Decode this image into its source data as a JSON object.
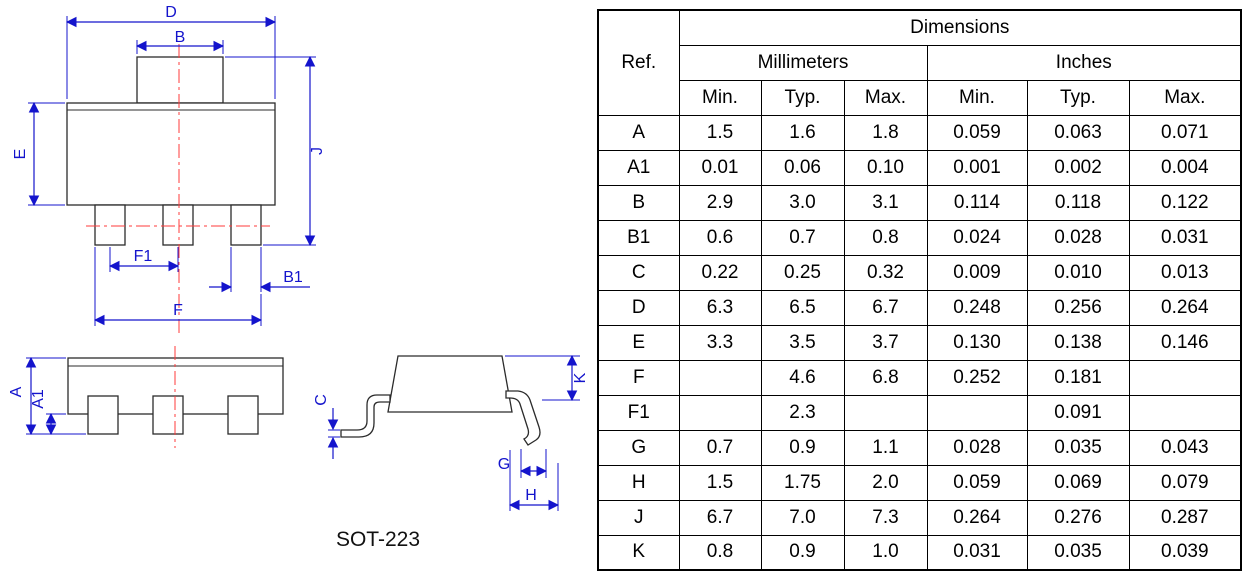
{
  "drawing": {
    "caption": "SOT-223",
    "labels": {
      "D": "D",
      "B": "B",
      "E": "E",
      "J": "J",
      "F1": "F1",
      "B1": "B1",
      "F": "F",
      "A": "A",
      "A1": "A1",
      "C": "C",
      "K": "K",
      "G": "G",
      "H": "H"
    },
    "colors": {
      "dimension": "#1414cc",
      "centerline": "#ff3b3b",
      "outline": "#2b2b2b"
    }
  },
  "table": {
    "header": {
      "ref": "Ref.",
      "dimensions": "Dimensions",
      "millimeters": "Millimeters",
      "inches": "Inches",
      "cols": [
        "Min.",
        "Typ.",
        "Max."
      ]
    },
    "rows": [
      {
        "ref": "A",
        "mm": [
          "1.5",
          "1.6",
          "1.8"
        ],
        "in": [
          "0.059",
          "0.063",
          "0.071"
        ]
      },
      {
        "ref": "A1",
        "mm": [
          "0.01",
          "0.06",
          "0.10"
        ],
        "in": [
          "0.001",
          "0.002",
          "0.004"
        ]
      },
      {
        "ref": "B",
        "mm": [
          "2.9",
          "3.0",
          "3.1"
        ],
        "in": [
          "0.114",
          "0.118",
          "0.122"
        ]
      },
      {
        "ref": "B1",
        "mm": [
          "0.6",
          "0.7",
          "0.8"
        ],
        "in": [
          "0.024",
          "0.028",
          "0.031"
        ]
      },
      {
        "ref": "C",
        "mm": [
          "0.22",
          "0.25",
          "0.32"
        ],
        "in": [
          "0.009",
          "0.010",
          "0.013"
        ]
      },
      {
        "ref": "D",
        "mm": [
          "6.3",
          "6.5",
          "6.7"
        ],
        "in": [
          "0.248",
          "0.256",
          "0.264"
        ]
      },
      {
        "ref": "E",
        "mm": [
          "3.3",
          "3.5",
          "3.7"
        ],
        "in": [
          "0.130",
          "0.138",
          "0.146"
        ]
      },
      {
        "ref": "F",
        "mm": [
          "",
          "4.6",
          "6.8"
        ],
        "in": [
          "0.252",
          "0.181",
          ""
        ]
      },
      {
        "ref": "F1",
        "mm": [
          "",
          "2.3",
          ""
        ],
        "in": [
          "",
          "0.091",
          ""
        ]
      },
      {
        "ref": "G",
        "mm": [
          "0.7",
          "0.9",
          "1.1"
        ],
        "in": [
          "0.028",
          "0.035",
          "0.043"
        ]
      },
      {
        "ref": "H",
        "mm": [
          "1.5",
          "1.75",
          "2.0"
        ],
        "in": [
          "0.059",
          "0.069",
          "0.079"
        ]
      },
      {
        "ref": "J",
        "mm": [
          "6.7",
          "7.0",
          "7.3"
        ],
        "in": [
          "0.264",
          "0.276",
          "0.287"
        ]
      },
      {
        "ref": "K",
        "mm": [
          "0.8",
          "0.9",
          "1.0"
        ],
        "in": [
          "0.031",
          "0.035",
          "0.039"
        ]
      }
    ]
  }
}
